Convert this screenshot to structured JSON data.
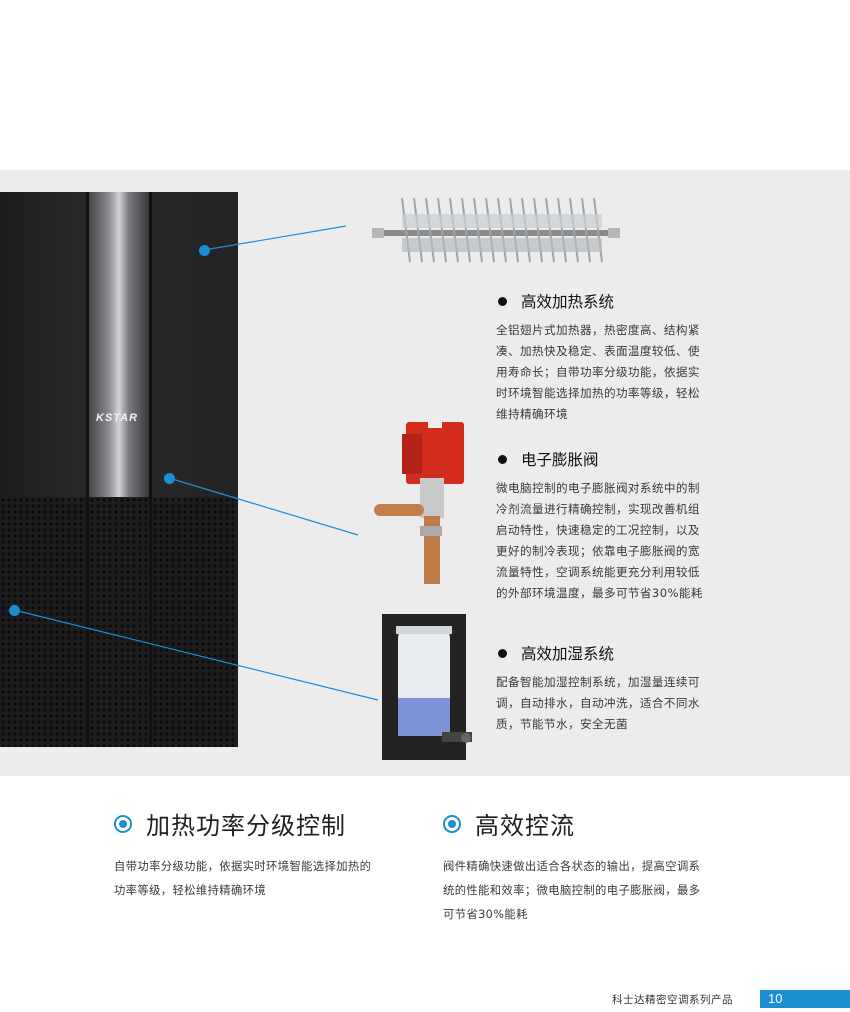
{
  "product": {
    "brand_logo": "KSTAR"
  },
  "features": [
    {
      "title": "高效加热系统",
      "lines": [
        "全铝翅片式加热器，热密度高、结构紧",
        "凑、加热快及稳定、表面温度较低、使",
        "用寿命长；自带功率分级功能，依据实",
        "时环境智能选择加热的功率等级，轻松",
        "维持精确环境"
      ]
    },
    {
      "title": "电子膨胀阀",
      "lines": [
        "微电脑控制的电子膨胀阀对系统中的制",
        "冷剂流量进行精确控制，实现改善机组",
        "启动特性，快速稳定的工况控制，以及",
        "更好的制冷表现；依靠电子膨胀阀的宽",
        "流量特性，空调系统能更充分利用较低",
        "的外部环境温度，最多可节省30%能耗"
      ]
    },
    {
      "title": "高效加湿系统",
      "lines": [
        "配备智能加湿控制系统，加湿量连续可",
        "调，自动排水，自动冲洗，适合不同水",
        "质，节能节水，安全无菌"
      ]
    }
  ],
  "sections": [
    {
      "title": "加热功率分级控制",
      "lines": [
        "自带功率分级功能，依据实时环境智能选择加热的",
        "功率等级，轻松维持精确环境"
      ]
    },
    {
      "title": "高效控流",
      "lines": [
        "阀件精确快速做出适合各状态的输出，提高空调系",
        "统的性能和效率；微电脑控制的电子膨胀阀，最多",
        "可节省30%能耗"
      ]
    }
  ],
  "footer": {
    "series_name": "科士达精密空调系列产品",
    "page_number": "10"
  },
  "colors": {
    "accent": "#1b8fd2",
    "band": "#ececed"
  },
  "icons": [
    "bullet-icon",
    "ring-icon"
  ]
}
